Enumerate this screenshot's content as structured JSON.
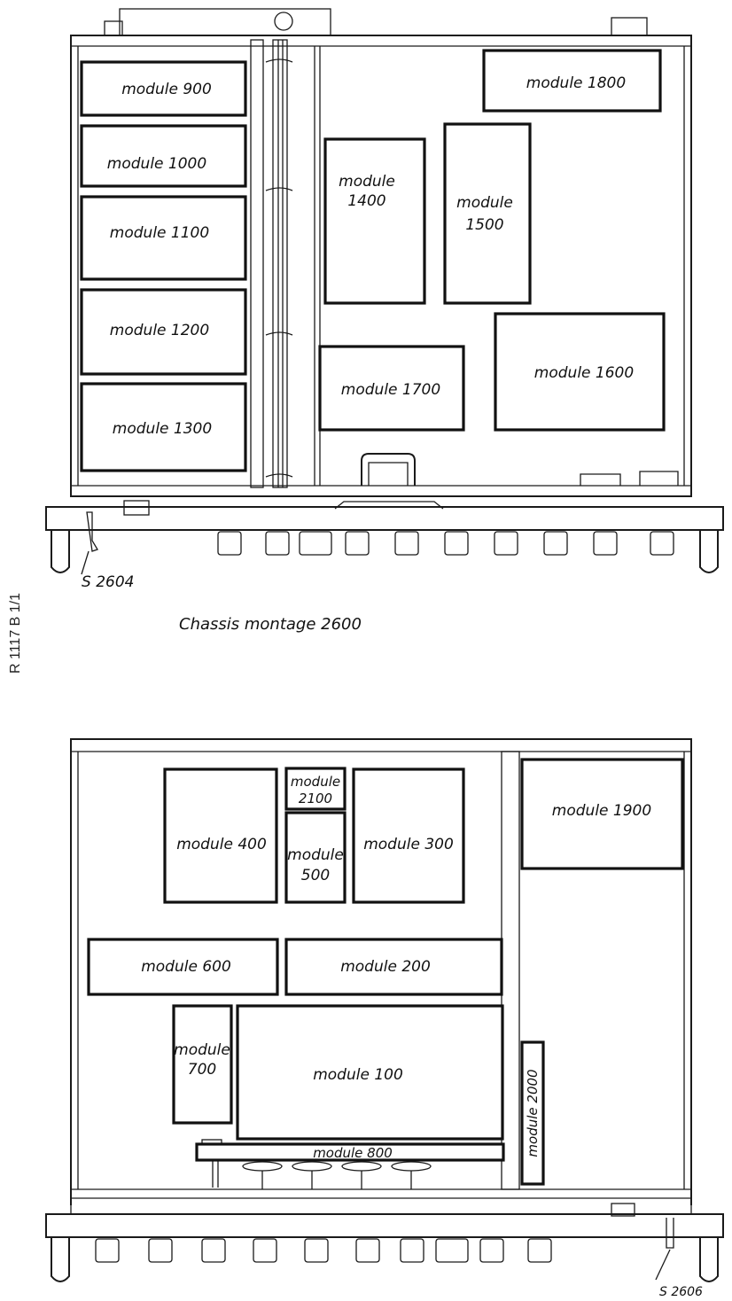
{
  "side_code": "R 1117   B 1/1",
  "top_chassis": {
    "caption": "Chassis montage 2600",
    "switch_label": "S 2604",
    "modules": {
      "m900": "module 900",
      "m1000": "module 1000",
      "m1100": "module 1100",
      "m1200": "module 1200",
      "m1300": "module 1300",
      "m1400": [
        "module",
        "1400"
      ],
      "m1500": [
        "module",
        "1500"
      ],
      "m1600": "module 1600",
      "m1700": "module 1700",
      "m1800": "module 1800"
    }
  },
  "bottom_chassis": {
    "switch_label": "S 2606",
    "modules": {
      "m100": "module 100",
      "m200": "module 200",
      "m300": "module 300",
      "m400": "module 400",
      "m500": [
        "module",
        "500"
      ],
      "m600": "module 600",
      "m700": [
        "module",
        "700"
      ],
      "m800": "module 800",
      "m1900": "module 1900",
      "m2000": "module 2000",
      "m2100": [
        "module",
        "2100"
      ]
    }
  }
}
